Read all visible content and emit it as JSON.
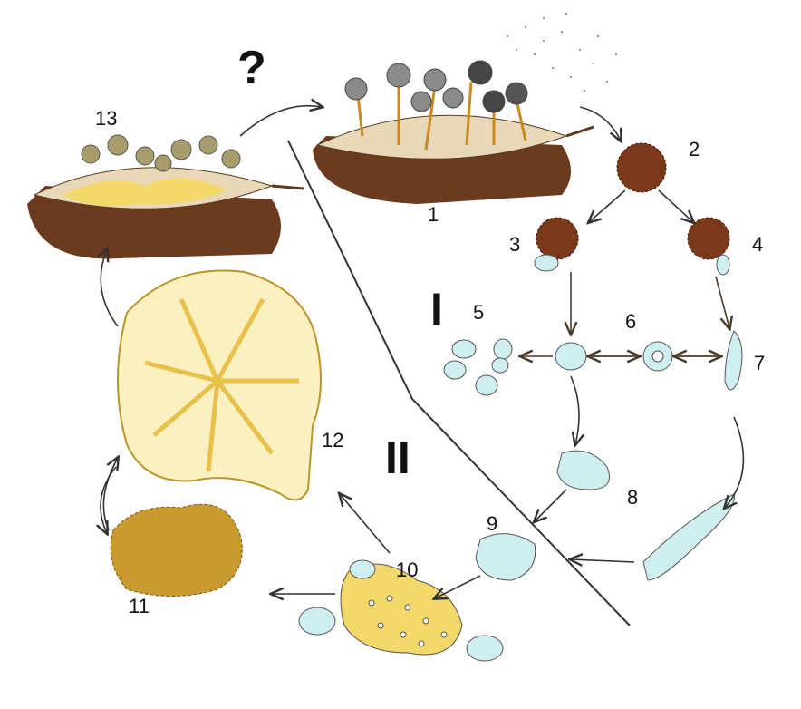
{
  "diagram": {
    "question_mark": "?",
    "phase_labels": {
      "haploid": "I",
      "diploid": "II"
    },
    "stage_labels": [
      "1",
      "2",
      "3",
      "4",
      "5",
      "6",
      "7",
      "8",
      "9",
      "10",
      "11",
      "12",
      "13"
    ],
    "colors": {
      "soil": "#6b3a1f",
      "leaf": "#e8d8b8",
      "plasmodium": "#f3d86a",
      "sclerotium": "#c99a2e",
      "amoeba": "#cfeef0",
      "spore": "#7a3a1a",
      "sporangium": "#8a8a8a"
    }
  }
}
